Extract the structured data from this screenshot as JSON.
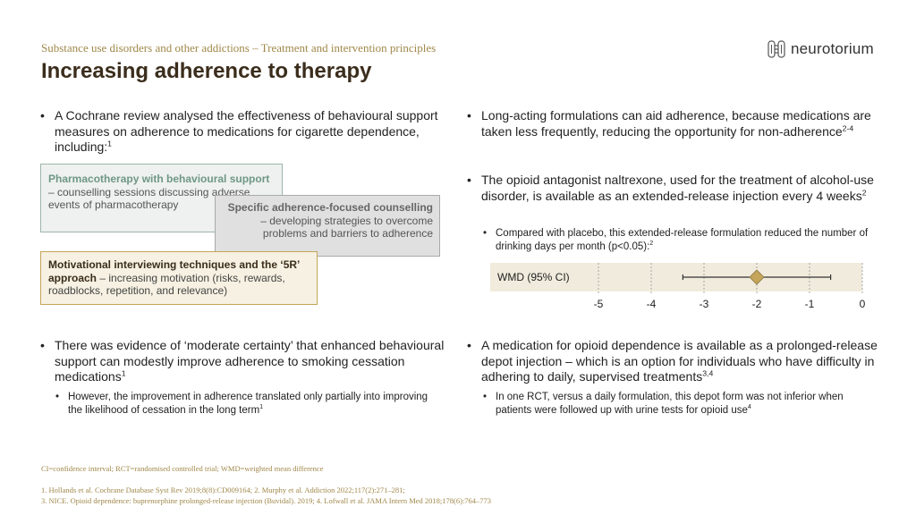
{
  "header": {
    "subtitle": "Substance use disorders and other addictions – Treatment and intervention principles",
    "title": "Increasing adherence to therapy",
    "logo_text": "neurotorium"
  },
  "left": {
    "bullet1": {
      "text": "A Cochrane review analysed the effectiveness of behavioural support measures on adherence to medications for cigarette dependence, including:",
      "sup": "1"
    },
    "box_pharmacotherapy": {
      "bold": "Pharmacotherapy with behavioural support",
      "rest": " – counselling sessions discussing adverse events of pharmacotherapy"
    },
    "box_counselling": {
      "bold": "Specific adherence-focused counselling",
      "rest": " – developing strategies to overcome problems and barriers to adherence"
    },
    "box_motivational": {
      "bold": "Motivational interviewing techniques and the ‘5R’ approach",
      "rest": " – increasing motivation (risks, rewards, roadblocks, repetition, and relevance)"
    },
    "bullet2": {
      "text": "There was evidence of ‘moderate certainty’ that enhanced behavioural support can modestly improve adherence to smoking cessation medications",
      "sup": "1"
    },
    "sub2": {
      "text": "However, the improvement in adherence translated only partially into improving the likelihood of cessation in the long term",
      "sup": "1"
    }
  },
  "right": {
    "bullet1": {
      "text": "Long-acting formulations can aid adherence, because medications are taken less frequently, reducing the opportunity for non-adherence",
      "sup": "2-4"
    },
    "bullet2": {
      "text": "The opioid antagonist naltrexone, used for the treatment of alcohol-use disorder, is available as an extended-release injection every 4 weeks",
      "sup": "2"
    },
    "sub2": {
      "text": "Compared with placebo, this extended-release formulation reduced the number of drinking days per month (p<0.05):",
      "sup": "2"
    },
    "bullet3": {
      "text": "A medication for opioid dependence is available as a prolonged-release depot injection – which is an option for individuals who have difficulty in adhering to daily, supervised treatments",
      "sup": "3,4"
    },
    "sub3": {
      "text": "In one RCT, versus a daily formulation, this depot form was not inferior when patients were followed up with urine tests for opioid use",
      "sup": "4"
    }
  },
  "chart_data": {
    "type": "forest",
    "row_label": "WMD (95% CI)",
    "point": -2.0,
    "ci": [
      -3.4,
      -0.6
    ],
    "xlim": [
      -5,
      0
    ],
    "xticks": [
      -5,
      -4,
      -3,
      -2,
      -1,
      0
    ],
    "xtick_labels": [
      "-5",
      "-4",
      "-3",
      "-2",
      "-1",
      "0"
    ],
    "grid": true,
    "marker_color": "#c4a55a",
    "line_color": "#333333"
  },
  "footer": {
    "abbrev": "CI=confidence interval; RCT=randomised controlled trial; WMD=weighted mean difference",
    "refs1": "1. Hollands et al. Cochrane Database Syst Rev 2019;8(8):CD009164; 2. Murphy et al. Addiction 2022;117(2):271–281;",
    "refs2": "3. NICE. Opioid dependence: buprenorphine prolonged-release injection (Buvidal). 2019; 4. Lofwall et al. JAMA Intern Med 2018;178(6):764–773"
  },
  "colors": {
    "accent_gold": "#a0884a",
    "title_brown": "#3b2d1c",
    "teal": "#6f9787"
  }
}
